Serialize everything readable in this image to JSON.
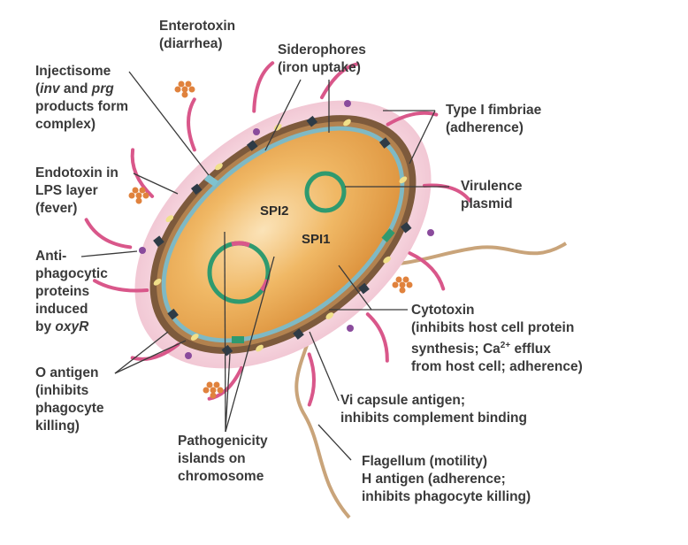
{
  "labels": {
    "enterotoxin": [
      "Enterotoxin",
      "(diarrhea)"
    ],
    "siderophores": [
      "Siderophores",
      "(iron uptake)"
    ],
    "injectisome": {
      "line1": "Injectisome",
      "inv": "inv",
      "and": " and ",
      "prg": "prg",
      "line3": "products form",
      "line4": "complex)"
    },
    "type1_fimbriae": [
      "Type I fimbriae",
      "(adherence)"
    ],
    "endotoxin": [
      "Endotoxin in",
      "LPS layer",
      "(fever)"
    ],
    "virulence_plasmid": [
      "Virulence",
      "plasmid"
    ],
    "antiphagocytic": {
      "lines": [
        "Anti-",
        "phagocytic",
        "proteins",
        "induced"
      ],
      "by": "by ",
      "oxyr": "oxyR"
    },
    "cytotoxin": {
      "line1": "Cytotoxin",
      "line2": "(inhibits host cell protein",
      "line3_pre": "synthesis; Ca",
      "line3_sup": "2+",
      "line3_post": " efflux",
      "line4": "from host cell; adherence)"
    },
    "o_antigen": [
      "O antigen",
      "(inhibits",
      "phagocyte",
      "killing)"
    ],
    "vi_capsule": [
      "Vi capsule antigen;",
      "inhibits complement binding"
    ],
    "pathogenicity": [
      "Pathogenicity",
      "islands on",
      "chromosome"
    ],
    "flagellum": [
      "Flagellum (motility)",
      "H antigen (adherence;",
      "inhibits phagocyte killing)"
    ],
    "spi2": "SPI2",
    "spi1": "SPI1"
  },
  "colors": {
    "cell_body": "#e9a94f",
    "capsule": "#f1c7d4",
    "membrane": "#7d5a3c",
    "inner_ring": "#7fb9c4",
    "plasmid": "#2f9a6f",
    "fimbriae": "#d9578a",
    "flagellum": "#c9a47a",
    "toxin": "#e0823d",
    "dots": "#8a4b9c",
    "leader": "#3a3a3a"
  }
}
